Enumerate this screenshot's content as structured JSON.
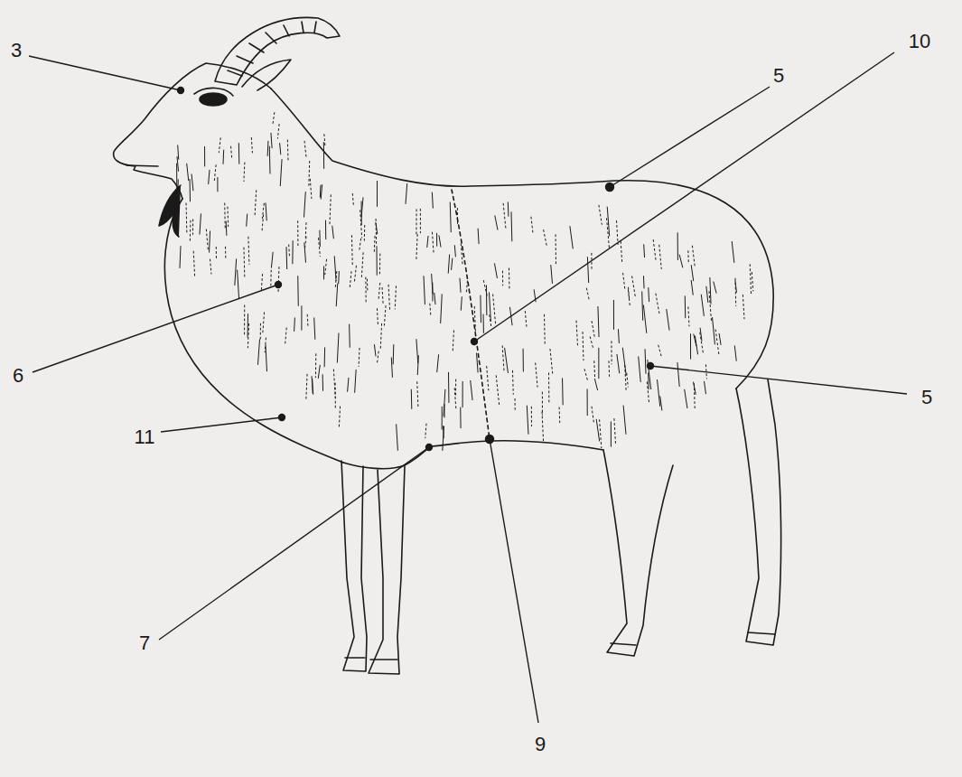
{
  "diagram": {
    "labels": [
      "3",
      "5",
      "10",
      "6",
      "5",
      "11",
      "7",
      "9"
    ]
  }
}
